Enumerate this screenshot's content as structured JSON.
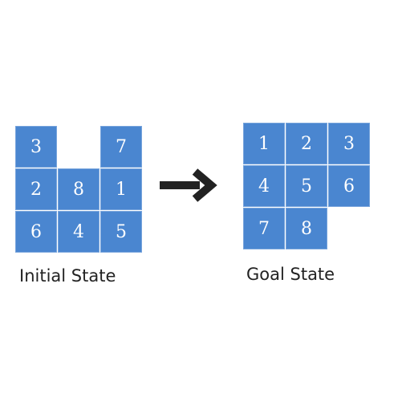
{
  "initial": {
    "label": "Initial State",
    "tiles": [
      "3",
      "",
      "7",
      "2",
      "8",
      "1",
      "6",
      "4",
      "5"
    ]
  },
  "goal": {
    "label": "Goal State",
    "tiles": [
      "1",
      "2",
      "3",
      "4",
      "5",
      "6",
      "7",
      "8",
      ""
    ]
  },
  "colors": {
    "tile": "#4a86d0",
    "tile_text": "#ffffff",
    "arrow": "#222222",
    "label_text": "#222222"
  },
  "icons": {
    "transition": "arrow-right-icon"
  }
}
